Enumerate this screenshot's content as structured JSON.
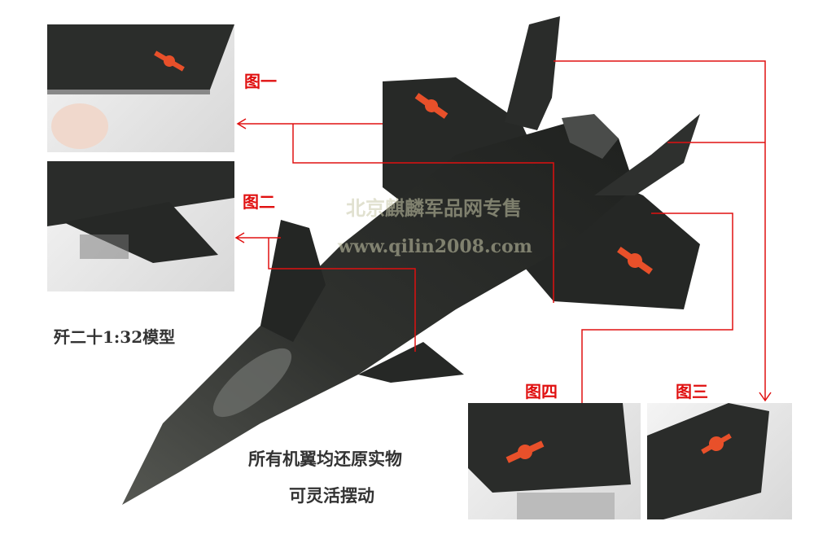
{
  "labels": {
    "fig1": "图一",
    "fig2": "图二",
    "fig3": "图三",
    "fig4": "图四"
  },
  "captions": {
    "model": "歼二十1:32模型",
    "line1": "所有机翼均还原实物",
    "line2": "可灵活摆动"
  },
  "watermark": {
    "cn": "北京麒麟军品网专售",
    "url": "www.qilin2008.com"
  },
  "colors": {
    "callout": "#e01010",
    "jet": "#2a2c2a",
    "roundel": "#e8502a"
  }
}
